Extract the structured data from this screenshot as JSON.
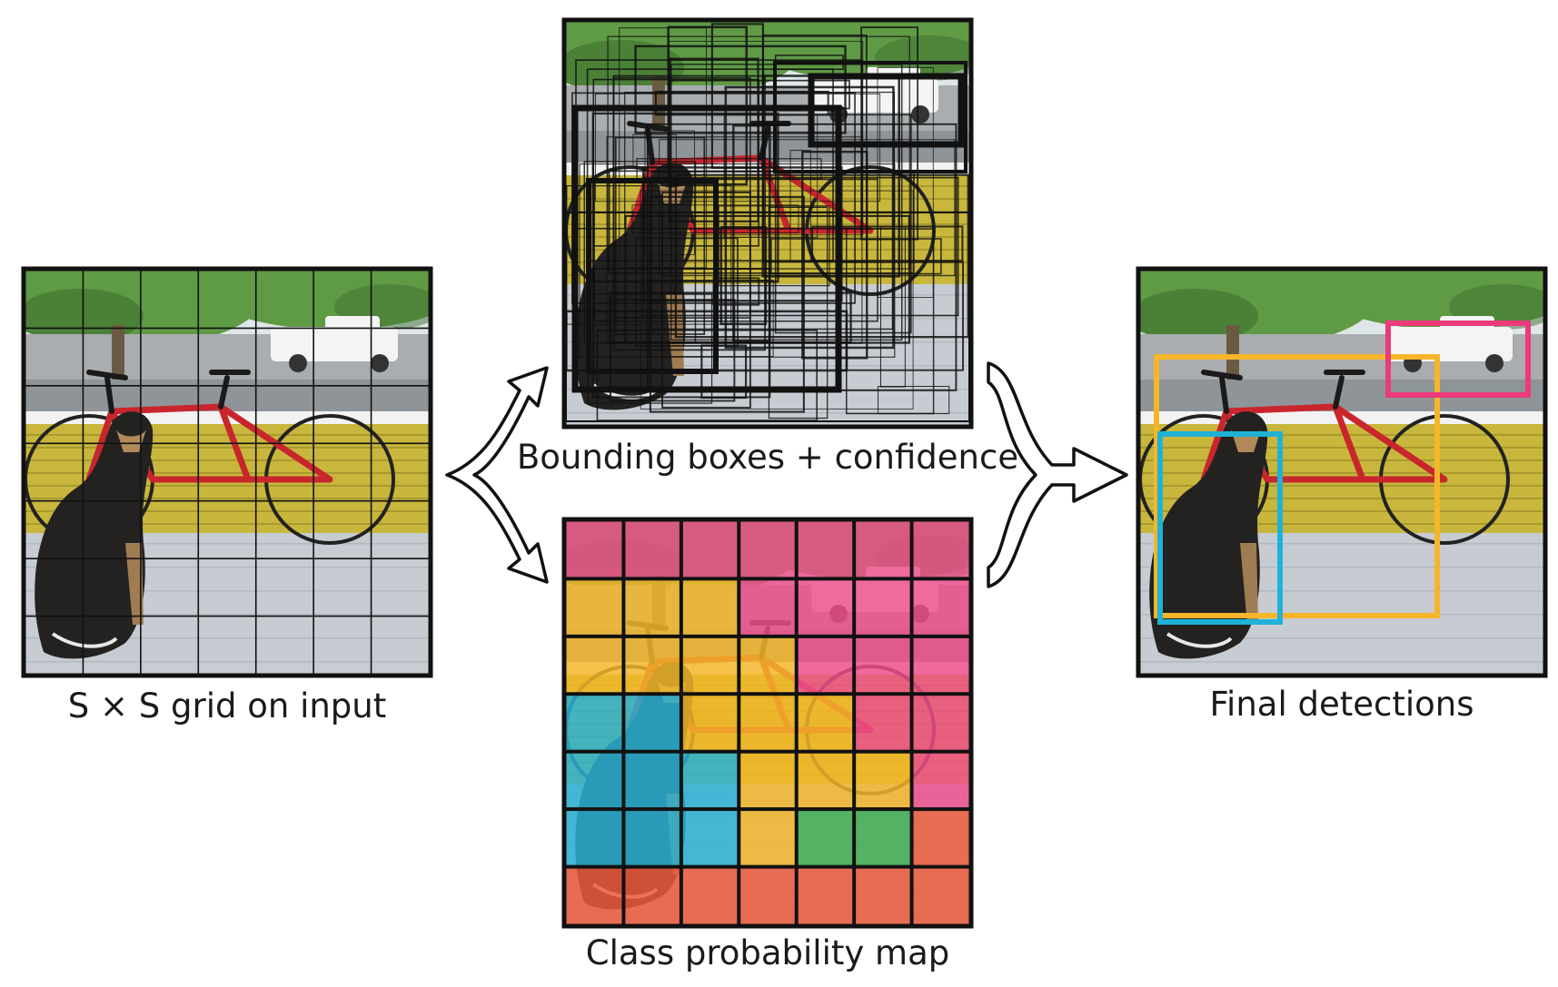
{
  "captions": {
    "input_grid": "S × S grid on input",
    "bounding_boxes": "Bounding boxes + confidence",
    "class_map": "Class probability map",
    "final": "Final detections"
  },
  "grid_size": 7,
  "colors": {
    "frame": "#111111",
    "sky": "#dfe6e8",
    "tree_green": "#5f9a45",
    "tree_dark": "#3e6f2e",
    "road": "#8f9498",
    "porch_floor": "#c7ccd3",
    "wall_yellow": "#c8b73c",
    "railing": "#f2f2f2",
    "bike_red": "#c8262c",
    "dog_dark": "#232221",
    "truck_white": "#f4f4f4",
    "class_dog": "#2bb3d6",
    "class_bicycle": "#f5b82a",
    "class_car": "#ef4f8c",
    "class_dining": "#3fae4f",
    "class_other": "#ef5a3c",
    "det_dog": "#1fb2d6",
    "det_bicycle": "#f7b52a",
    "det_car": "#ec3a7a",
    "arrow_fill": "#ffffff",
    "arrow_stroke": "#111111"
  },
  "class_map_grid": [
    [
      "car",
      "car",
      "car",
      "car",
      "car",
      "car",
      "car"
    ],
    [
      "bicycle",
      "bicycle",
      "bicycle",
      "car",
      "car",
      "car",
      "car"
    ],
    [
      "bicycle",
      "bicycle",
      "bicycle",
      "bicycle",
      "car",
      "car",
      "car"
    ],
    [
      "dog",
      "dog",
      "bicycle",
      "bicycle",
      "bicycle",
      "car",
      "car"
    ],
    [
      "dog",
      "dog",
      "dog",
      "bicycle",
      "bicycle",
      "bicycle",
      "car"
    ],
    [
      "dog",
      "dog",
      "dog",
      "bicycle",
      "dining",
      "dining",
      "other"
    ],
    [
      "other",
      "other",
      "other",
      "other",
      "other",
      "other",
      "other"
    ]
  ]
}
